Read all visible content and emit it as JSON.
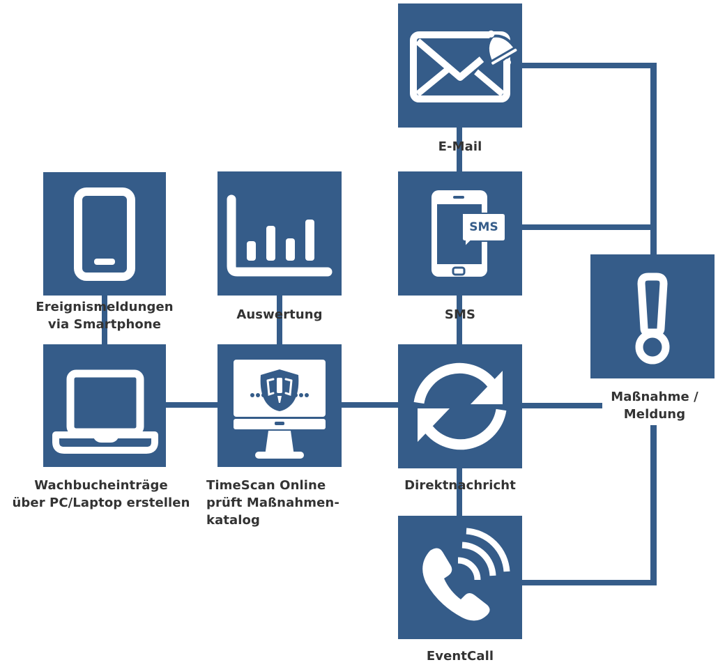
{
  "diagram": {
    "accent_color": "#355c89",
    "nodes": [
      {
        "id": "smartphone",
        "icon": "smartphone-icon",
        "label": "Ereignismeldungen\nvia Smartphone"
      },
      {
        "id": "laptop",
        "icon": "laptop-icon",
        "label": "Wachbucheinträge\nüber PC/Laptop erstellen"
      },
      {
        "id": "auswertung",
        "icon": "bar-chart-icon",
        "label": "Auswertung"
      },
      {
        "id": "timescan",
        "icon": "monitor-shield-alert-icon",
        "label": "TimeScan Online\nprüft Maßnahmen-\nkatalog"
      },
      {
        "id": "email",
        "icon": "envelope-bell-icon",
        "label": "E-Mail"
      },
      {
        "id": "sms",
        "icon": "phone-sms-icon",
        "label": "SMS"
      },
      {
        "id": "direktnachricht",
        "icon": "sync-arrows-icon",
        "label": "Direktnachricht"
      },
      {
        "id": "eventcall",
        "icon": "phone-call-icon",
        "label": "EventCall"
      },
      {
        "id": "massnahme",
        "icon": "exclamation-icon",
        "label": "Maßnahme /\nMeldung"
      }
    ],
    "sms_bubble_text": "SMS",
    "edges": [
      [
        "smartphone",
        "laptop"
      ],
      [
        "laptop",
        "timescan"
      ],
      [
        "auswertung",
        "timescan"
      ],
      [
        "timescan",
        "direktnachricht"
      ],
      [
        "email",
        "sms"
      ],
      [
        "sms",
        "direktnachricht"
      ],
      [
        "direktnachricht",
        "eventcall"
      ],
      [
        "direktnachricht",
        "massnahme"
      ],
      [
        "email",
        "massnahme"
      ],
      [
        "sms",
        "massnahme"
      ],
      [
        "eventcall",
        "massnahme"
      ]
    ]
  }
}
